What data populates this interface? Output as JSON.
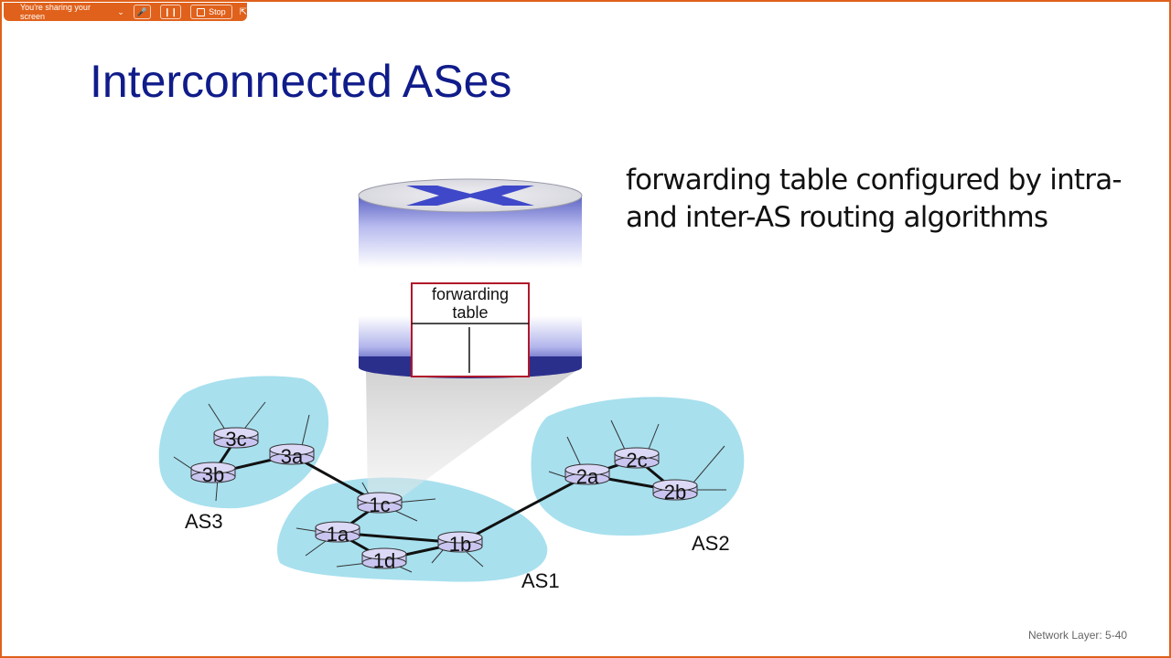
{
  "share_bar": {
    "status_text": "You're sharing your screen",
    "stop_label": "Stop"
  },
  "slide": {
    "title": "Interconnected ASes",
    "description": "forwarding table  configured by intra- and inter-AS routing algorithms",
    "footer": "Network Layer: 5-40"
  },
  "diagram": {
    "forwarding_table_line1": "forwarding",
    "forwarding_table_line2": "table",
    "as_labels": {
      "as1": "AS1",
      "as2": "AS2",
      "as3": "AS3"
    },
    "routers": {
      "r3a": "3a",
      "r3b": "3b",
      "r3c": "3c",
      "r1a": "1a",
      "r1b": "1b",
      "r1c": "1c",
      "r1d": "1d",
      "r2a": "2a",
      "r2b": "2b",
      "r2c": "2c"
    }
  },
  "colors": {
    "title": "#101c8a",
    "as_cloud": "#a8e0ee",
    "router": "#c9c5f0",
    "accent_bar": "#e0611b"
  }
}
